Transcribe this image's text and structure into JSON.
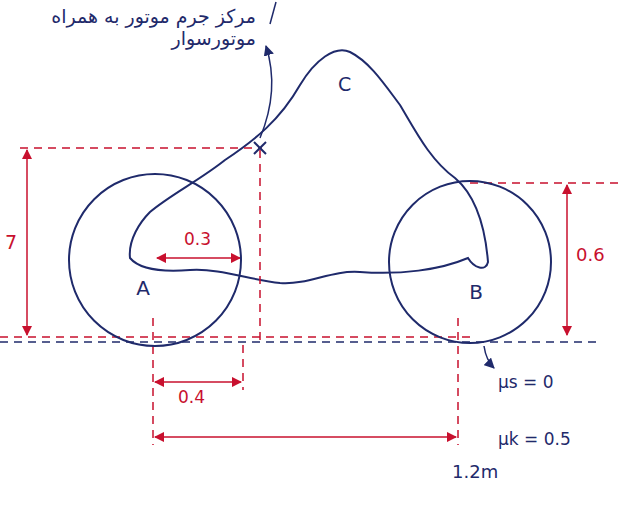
{
  "diagram": {
    "nodes": [
      {
        "text": [
          "A"
        ]
      },
      {
        "text": [
          "B"
        ]
      }
    ],
    "labels": [
      "مرکز جرم موتور به همراه موتورسوار",
      "C",
      "7",
      "0.3",
      "0.6",
      "0.4",
      "1.2m",
      "μs = 0",
      "μk = 0.5"
    ]
  }
}
